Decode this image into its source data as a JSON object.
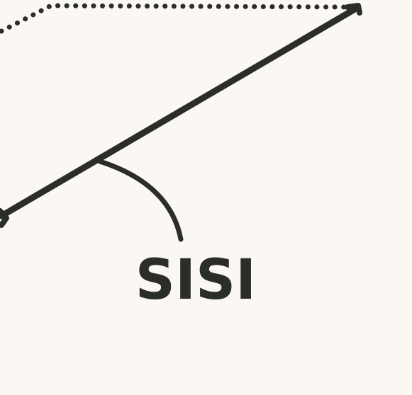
{
  "diagram": {
    "label_text": "SISI",
    "colors": {
      "background": "#fbf8f3",
      "ink": "#2b2d2b"
    },
    "elements": {
      "dotted_edge": "dotted-line",
      "solid_edge": "solid-line",
      "angle_arc": "arc-connector"
    }
  }
}
